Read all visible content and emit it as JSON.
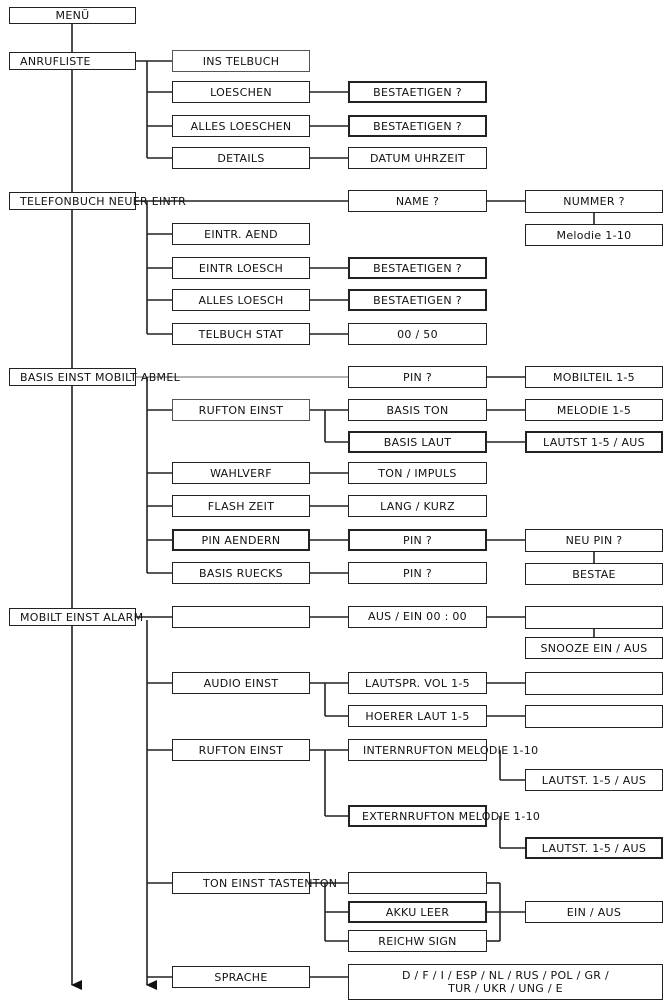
{
  "menu": "MENÜ",
  "anrufliste": {
    "title": "ANRUFLISTE",
    "ins_telbuch": "INS TELBUCH",
    "loeschen": "LOESCHEN",
    "loeschen_confirm": "BESTAETIGEN ?",
    "alles_loeschen": "ALLES LOESCHEN",
    "alles_loeschen_confirm": "BESTAETIGEN ?",
    "details": "DETAILS",
    "details_value": "DATUM  UHRZEIT"
  },
  "telefonbuch": {
    "title": "TELEFONBUCH NEUER EINTR",
    "name": "NAME ?",
    "nummer": "NUMMER ?",
    "melodie": "Melodie 1-10",
    "eintr_aend": "EINTR. AEND",
    "eintr_loesch": "EINTR  LOESCH",
    "eintr_loesch_confirm": "BESTAETIGEN ?",
    "alles_loesch": "ALLES LOESCH",
    "alles_loesch_confirm": "BESTAETIGEN ?",
    "telbuch_stat": "TELBUCH STAT",
    "telbuch_stat_value": "00 / 50"
  },
  "basis": {
    "title": "BASIS EINST MOBILT ABMEL",
    "abmel_pin": "PIN ?",
    "mobilteil": "MOBILTEIL 1-5",
    "rufton_einst": "RUFTON EINST",
    "basis_ton": "BASIS TON",
    "melodie": "MELODIE 1-5",
    "basis_laut": "BASIS LAUT",
    "lautst": "LAUTST 1-5 / AUS",
    "wahlverf": "WAHLVERF",
    "wahlverf_value": "TON / IMPULS",
    "flash_zeit": "FLASH ZEIT",
    "flash_value": "LANG / KURZ",
    "pin_aendern": "PIN AENDERN",
    "pin_aendern_pin": "PIN ?",
    "neu_pin": "NEU PIN ?",
    "basis_ruecks": "BASIS RUECKS",
    "basis_ruecks_pin": "PIN ?",
    "bestae": "BESTAE"
  },
  "mobilt": {
    "title": "MOBILT EINST ALARM",
    "alarm_value": "AUS / EIN 00 : 00",
    "snooze": "SNOOZE EIN / AUS",
    "audio_einst": "AUDIO EINST",
    "lautspr_vol": "LAUTSPR. VOL 1-5",
    "hoerer_laut": "HOERER LAUT 1-5",
    "rufton_einst": "RUFTON EINST",
    "internrufton": "INTERNRUFTON MELODIE 1-10",
    "intern_lautst": "LAUTST. 1-5 / AUS",
    "externrufton": "EXTERNRUFTON MELODIE 1-10",
    "extern_lautst": "LAUTST. 1-5 / AUS",
    "ton_einst": "TON EINST TASTENTON",
    "akku_leer": "AKKU LEER",
    "ein_aus": "EIN / AUS",
    "reichw_sign": "REICHW SIGN",
    "sprache": "SPRACHE",
    "sprache_line1": "D / F / I / ESP / NL / RUS / POL / GR /",
    "sprache_line2": "TUR / UKR / UNG / E"
  }
}
